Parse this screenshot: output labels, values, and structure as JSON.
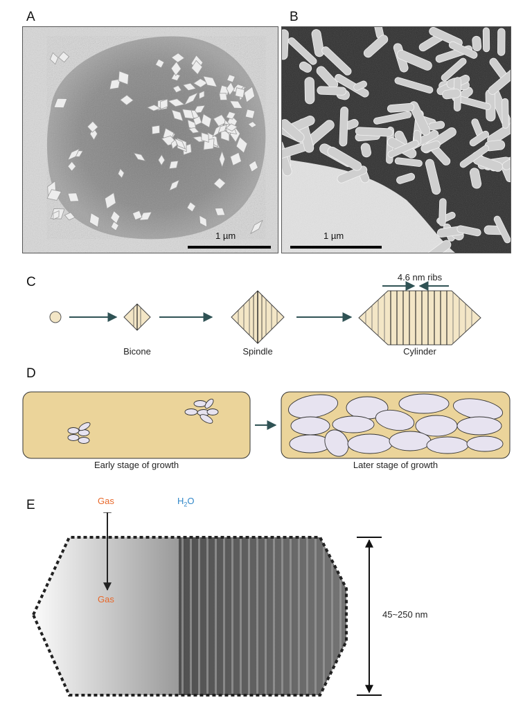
{
  "panels": {
    "a": {
      "letter": "A",
      "scale_bar": "1 µm"
    },
    "b": {
      "letter": "B",
      "scale_bar": "1 µm"
    },
    "c": {
      "letter": "C",
      "ribs_label": "4.6 nm ribs",
      "stages": [
        "Bicone",
        "Spindle",
        "Cylinder"
      ]
    },
    "d": {
      "letter": "D",
      "early_label": "Early stage of growth",
      "later_label": "Later stage of growth"
    },
    "e": {
      "letter": "E",
      "gas_top": "Gas",
      "gas_bottom": "Gas",
      "water_main": "H",
      "water_sub": "2",
      "water_tail": "O",
      "dimension": "45~250 nm"
    }
  },
  "colors": {
    "accent_fill": "#f3e6c6",
    "cell_fill": "#ebd49a",
    "vesicle_fill": "#e7e3f0",
    "arrow": "#2f5254",
    "gas": "#e8682a",
    "water": "#2f86c8"
  }
}
